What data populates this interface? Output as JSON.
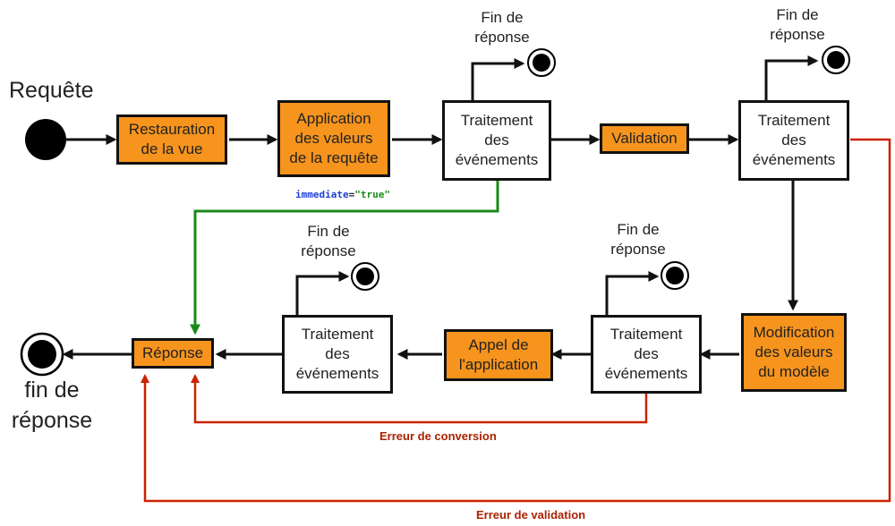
{
  "start_label": "Requête",
  "final_end_label": "fin de\nréponse",
  "end_label": "Fin de\nréponse",
  "boxes": {
    "restauration": "Restauration\nde la vue",
    "application_valeurs": "Application\ndes valeurs\nde la requête",
    "traitement_1": "Traitement\ndes\névénements",
    "validation": "Validation",
    "traitement_2": "Traitement\ndes\névénements",
    "modification": "Modification\ndes valeurs\ndu modèle",
    "traitement_3": "Traitement\ndes\névénements",
    "appel": "Appel de\nl'application",
    "traitement_4": "Traitement\ndes\névénements",
    "reponse": "Réponse"
  },
  "immediate": {
    "attr": "immediate",
    "eq": "=",
    "value": "\"true\""
  },
  "errors": {
    "conversion": "Erreur de conversion",
    "validation": "Erreur de validation"
  },
  "colors": {
    "phase_box": "#f7941d",
    "arrow": "#111111",
    "immediate_path": "#1a8a1a",
    "error_path": "#cc2200",
    "error_text": "#aa2200",
    "code_attr": "#1f3fd6",
    "code_value": "#1a8a1a"
  }
}
